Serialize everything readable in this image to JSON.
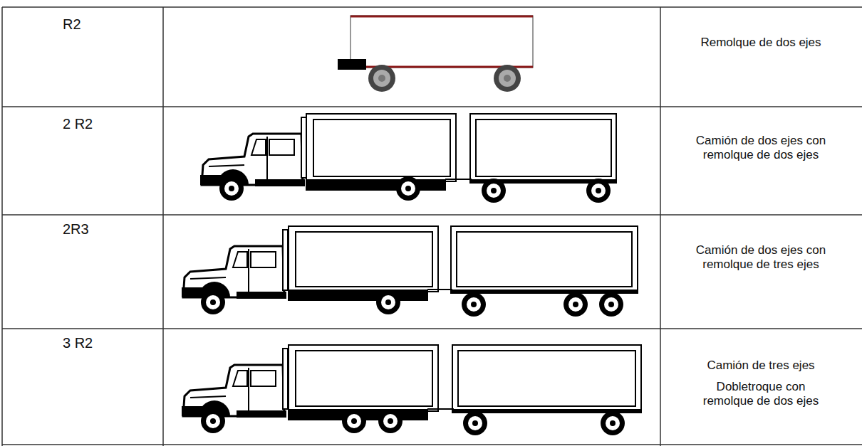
{
  "diagram": {
    "labels": [
      "R2",
      "Remolque de dos ejes",
      "2 R2",
      "Camión de dos ejes con remolque de dos ejes",
      "2R3",
      "Camión de dos ejes con remolque de tres ejes",
      "3 R2",
      "Camión de tres ejes",
      "Dobletroque con remolque de dos ejes"
    ]
  }
}
